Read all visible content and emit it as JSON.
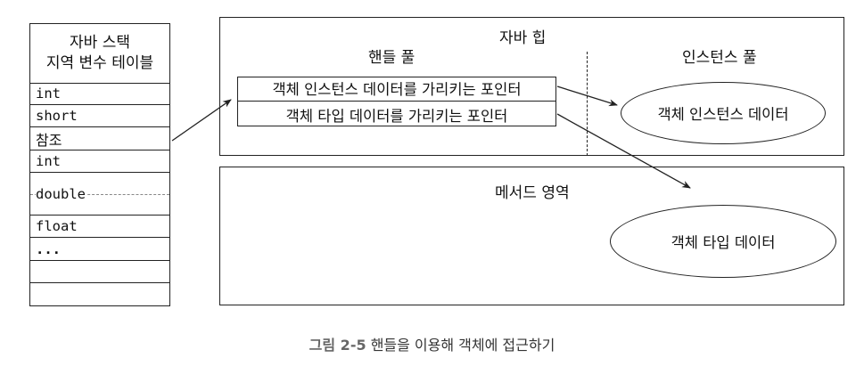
{
  "stack": {
    "title_line1": "자바 스택",
    "title_line2": "지역 변수 테이블",
    "slots": [
      "int",
      "short",
      "참조",
      "int",
      "double",
      "float",
      "...",
      "",
      ""
    ]
  },
  "heap": {
    "title": "자바 힙",
    "handle_pool_label": "핸들 풀",
    "instance_pool_label": "인스턴스 풀",
    "handle_instance_ptr": "객체 인스턴스 데이터를 가리키는 포인터",
    "handle_type_ptr": "객체 타입 데이터를 가리키는 포인터",
    "instance_data": "객체 인스턴스 데이터"
  },
  "method_area": {
    "title": "메서드 영역",
    "type_data": "객체 타입 데이터"
  },
  "caption": {
    "figure": "그림 2-5",
    "text": "핸들을 이용해 객체에 접근하기"
  }
}
